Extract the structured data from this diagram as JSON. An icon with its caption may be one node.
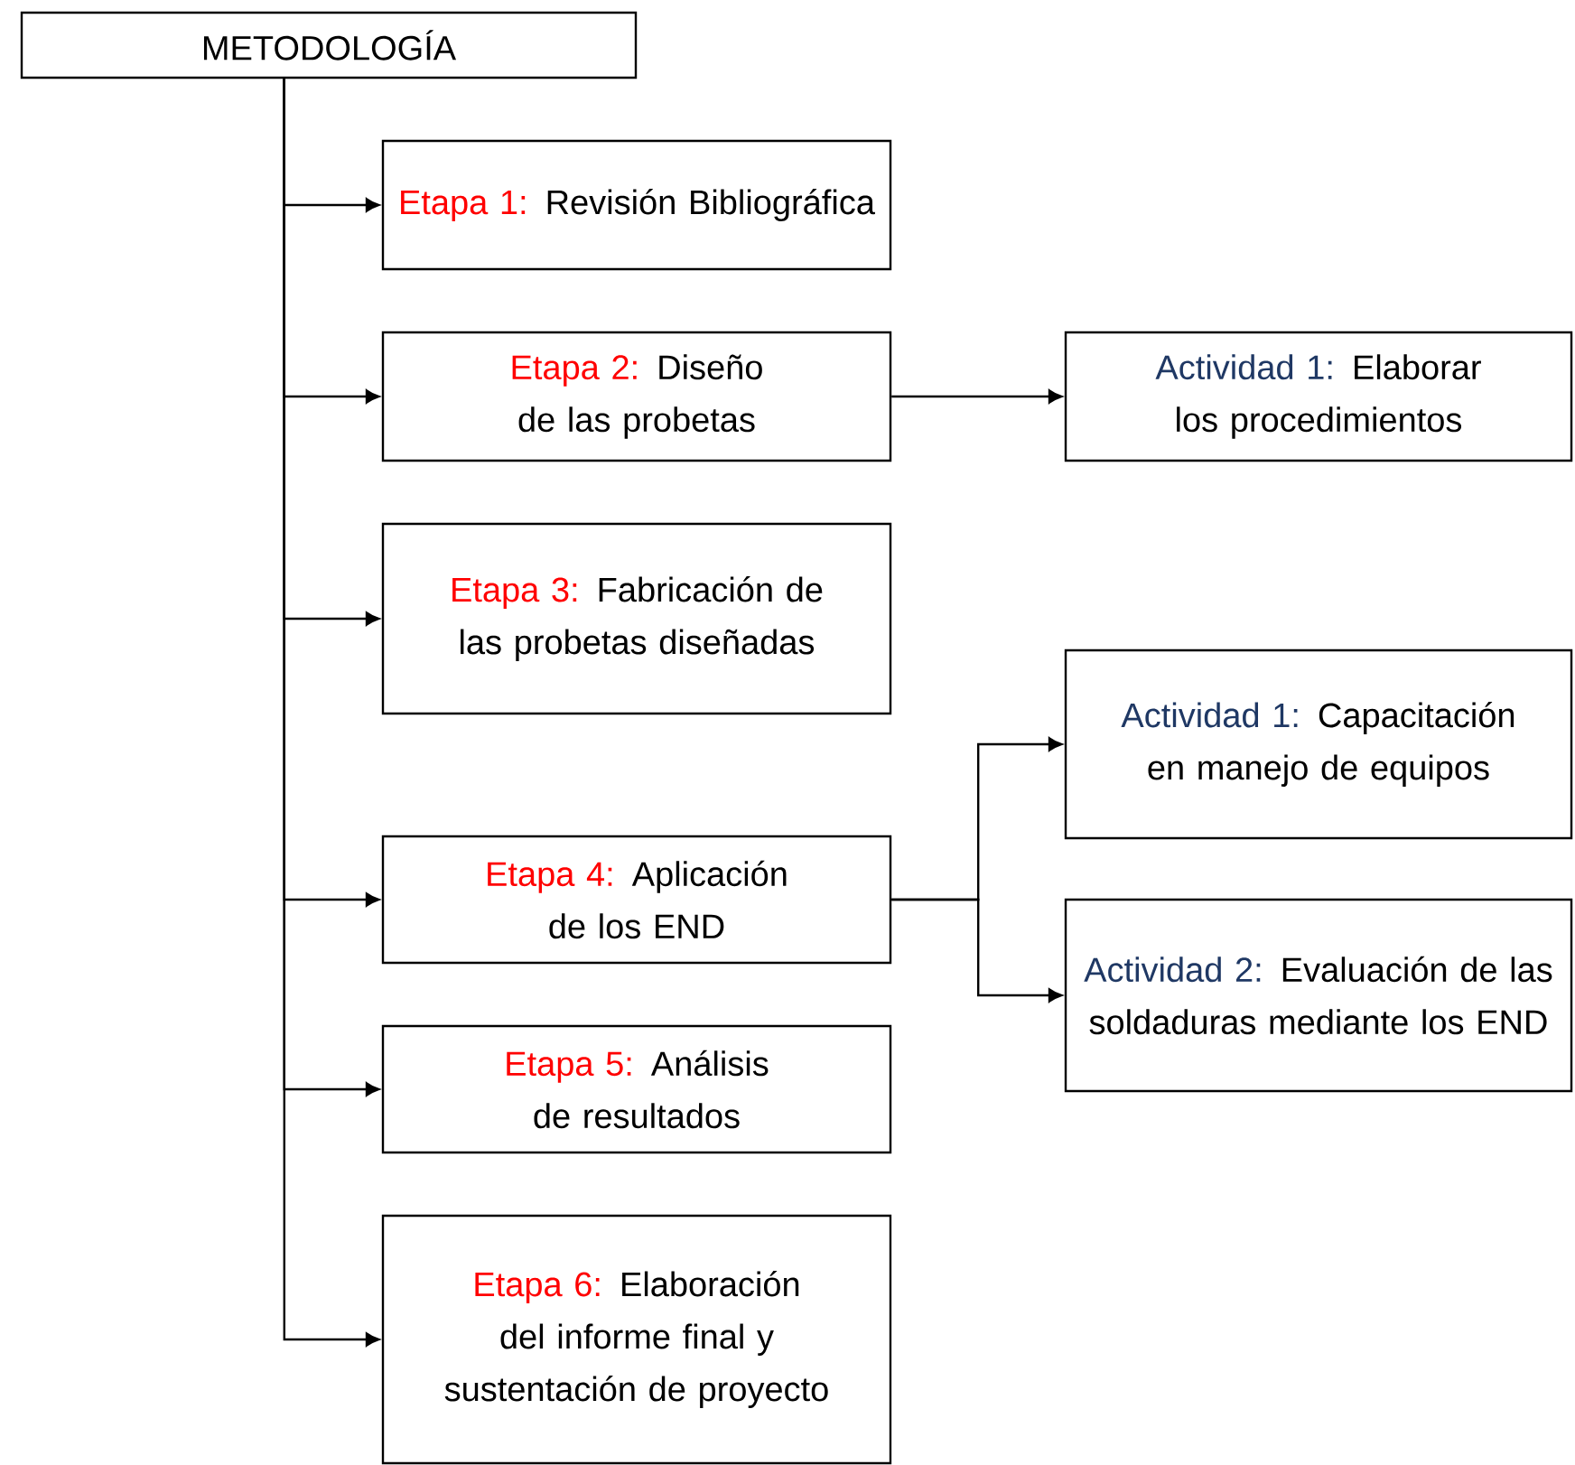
{
  "diagram": {
    "nodes": [
      {
        "text": [
          "METODOLOGÍA"
        ]
      },
      {
        "text": [
          "Etapa 1:",
          "Revisión Bibliográfica"
        ]
      },
      {
        "text": [
          "Etapa 2:",
          "Diseño de las probetas"
        ]
      },
      {
        "text": [
          "Etapa 3:",
          "Fabricación de las probetas diseñadas"
        ]
      },
      {
        "text": [
          "Etapa 4:",
          "Aplicación de los END"
        ]
      },
      {
        "text": [
          "Etapa 5:",
          "Análisis de resultados"
        ]
      },
      {
        "text": [
          "Etapa 6:",
          "Elaboración del informe final y sustentación de proyecto"
        ]
      },
      {
        "text": [
          "Actividad 1:",
          "Elaborar los procedimientos"
        ]
      },
      {
        "text": [
          "Actividad 1:",
          "Capacitación en manejo de equipos"
        ]
      },
      {
        "text": [
          "Actividad 2:",
          "Evaluación de las soldaduras mediante los END"
        ]
      }
    ],
    "edges": [
      {
        "from": 0,
        "to": 1,
        "arrow": "to"
      },
      {
        "from": 0,
        "to": 2,
        "arrow": "to"
      },
      {
        "from": 0,
        "to": 3,
        "arrow": "to"
      },
      {
        "from": 0,
        "to": 4,
        "arrow": "to"
      },
      {
        "from": 0,
        "to": 5,
        "arrow": "to"
      },
      {
        "from": 0,
        "to": 6,
        "arrow": "to"
      },
      {
        "from": 2,
        "to": 7,
        "arrow": "to"
      },
      {
        "from": 4,
        "to": 8,
        "arrow": "to"
      },
      {
        "from": 4,
        "to": 9,
        "arrow": "to"
      }
    ]
  }
}
